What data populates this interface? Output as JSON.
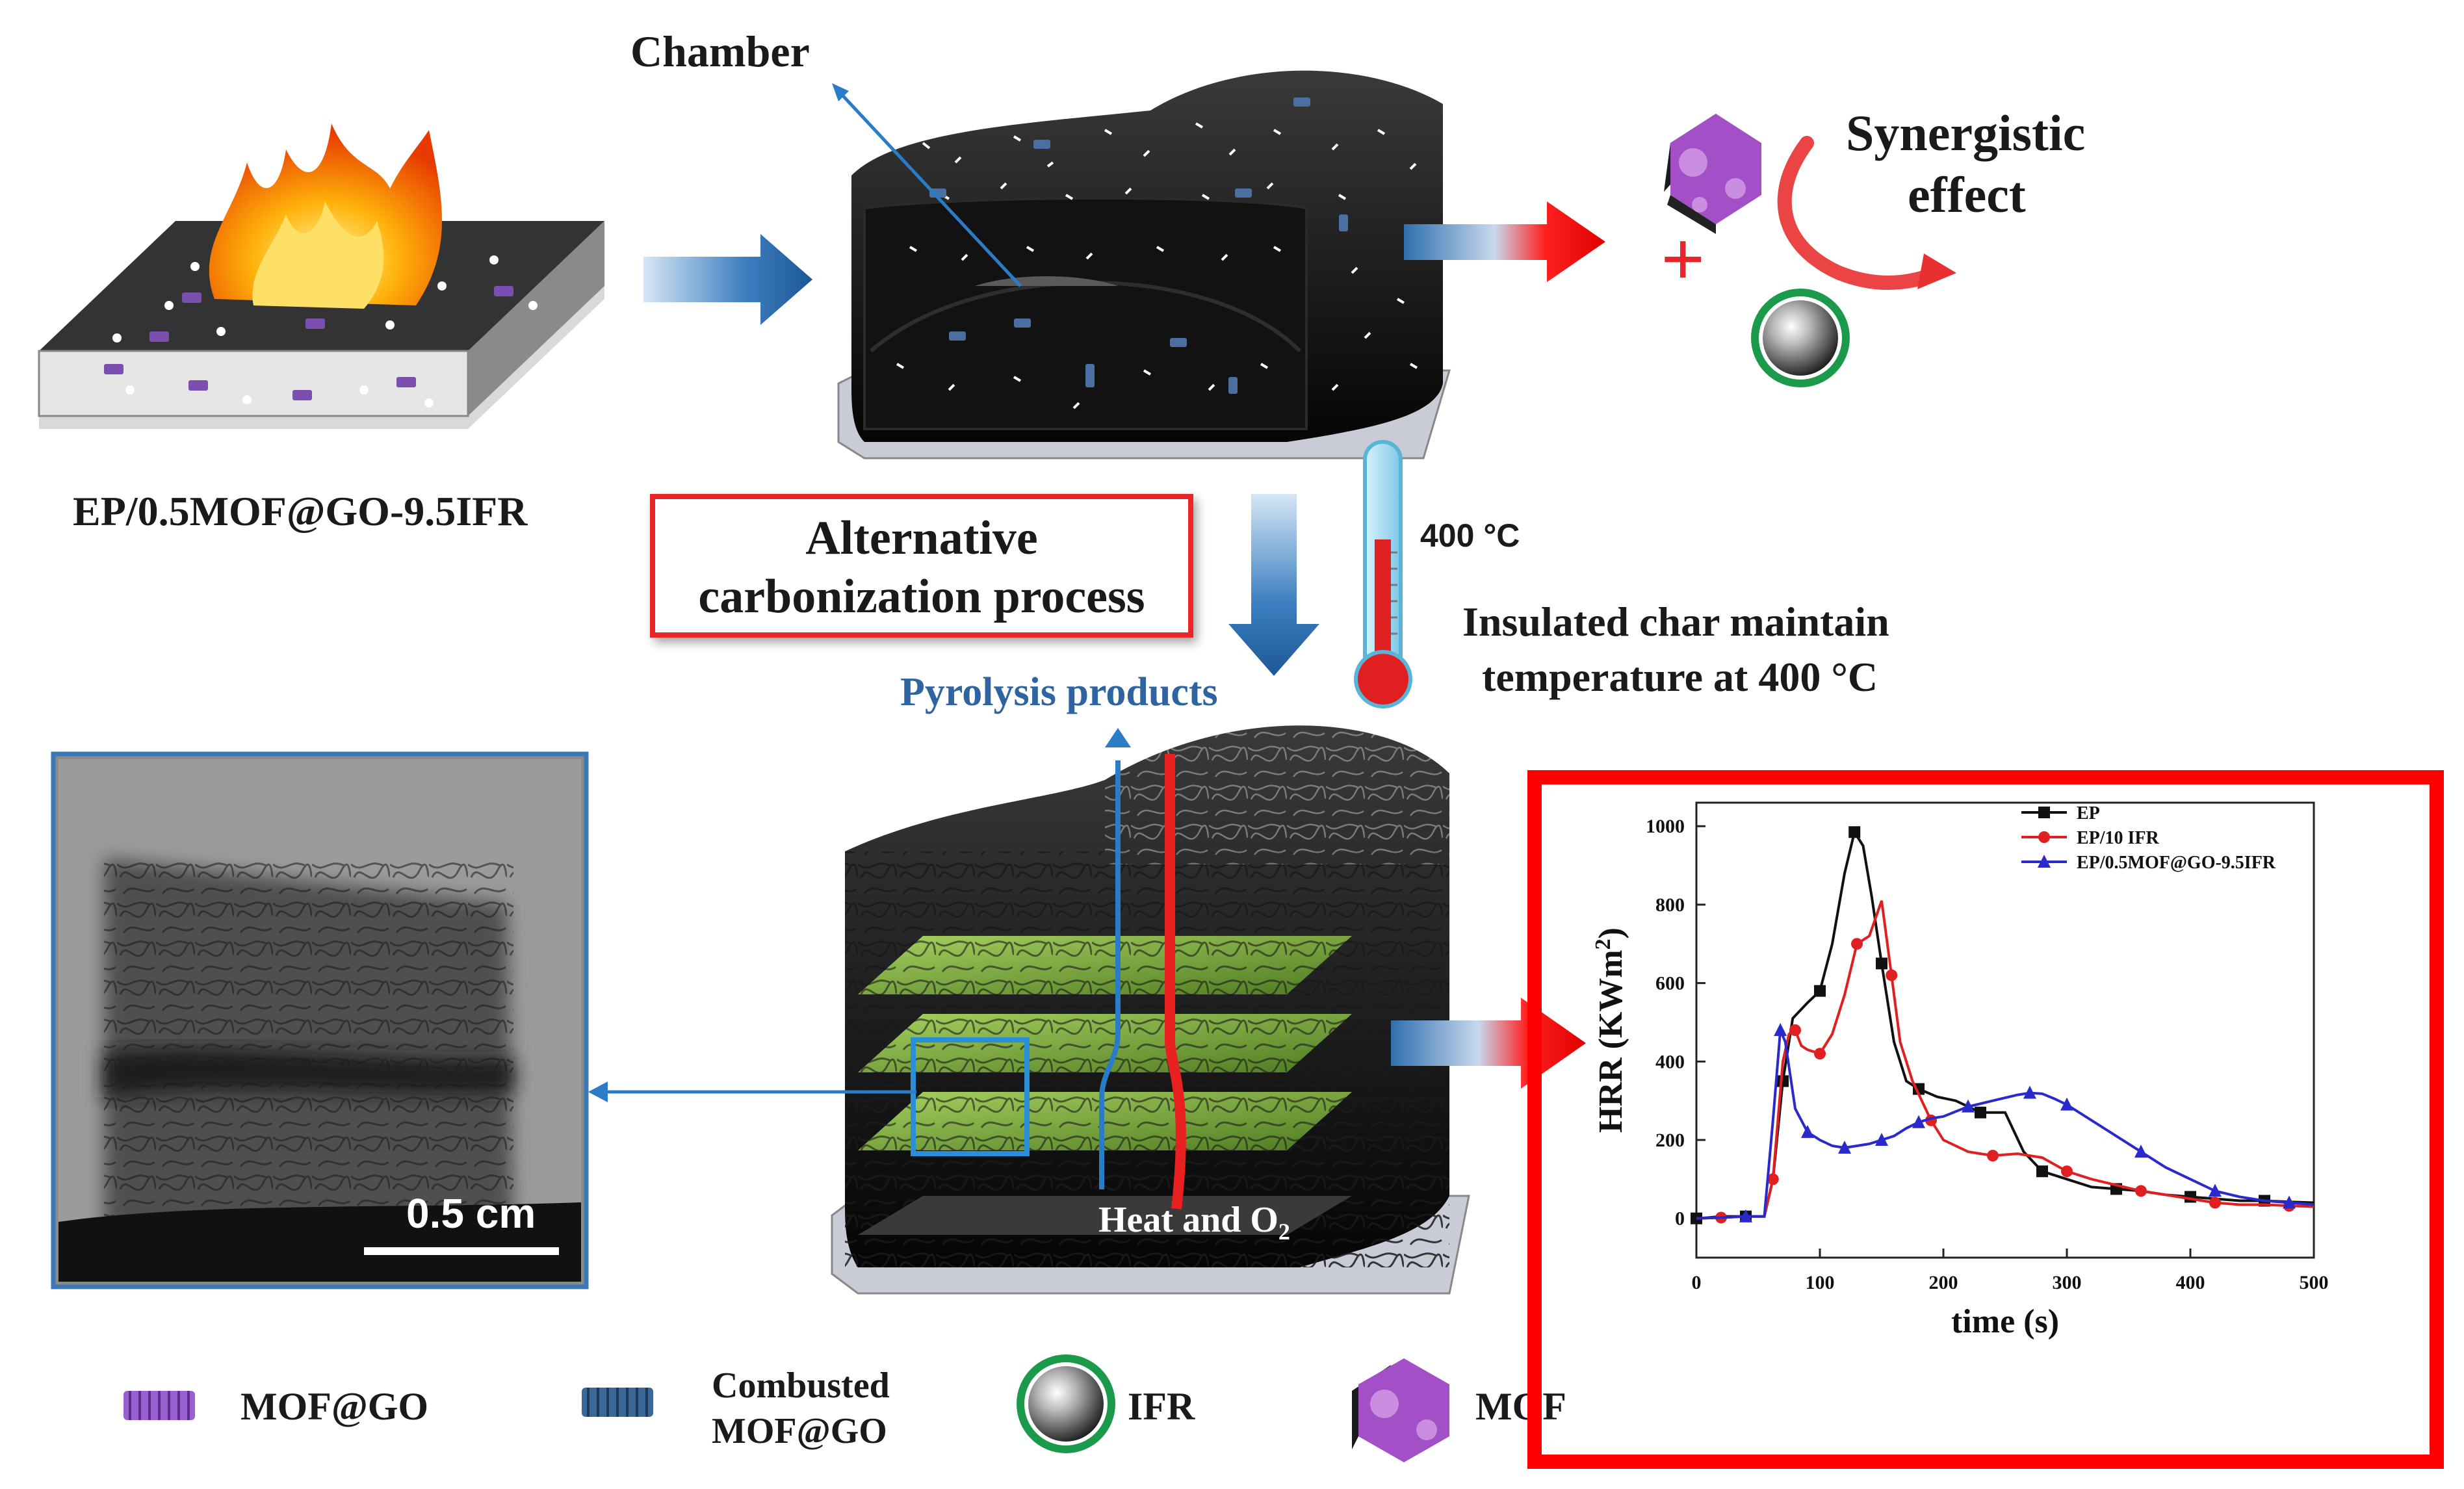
{
  "labels": {
    "chamber": "Chamber",
    "synergistic_line1": "Synergistic",
    "synergistic_line2": "effect",
    "sample": "EP/0.5MOF@GO-9.5IFR",
    "alt_line1": "Alternative",
    "alt_line2": "carbonization process",
    "temperature": "400 °C",
    "insulated_line1": "Insulated char maintain",
    "insulated_line2": "temperature at 400 °C",
    "pyrolysis": "Pyrolysis products",
    "heat_o2": "Heat and O",
    "heat_o2_sub": "2",
    "scale": "0.5 cm",
    "plus": "+"
  },
  "legend_bottom": {
    "mofgo": "MOF@GO",
    "combusted_line1": "Combusted",
    "combusted_line2": "MOF@GO",
    "ifr": "IFR",
    "mof": "MOF"
  },
  "colors": {
    "accent_red": "#e8262a",
    "arrow_blue": "#2f6fae",
    "mof_purple": "#a04fc8",
    "ifr_green": "#1a9a4a",
    "char_green": "#8fbf4a"
  },
  "chart_data": {
    "type": "line",
    "xlabel": "time (s)",
    "ylabel": "HRR (KWm",
    "ylabel_sup": "2",
    "ylabel_close": ")",
    "xlim": [
      0,
      500
    ],
    "ylim": [
      -100,
      1060
    ],
    "xticks": [
      0,
      100,
      200,
      300,
      400,
      500
    ],
    "yticks": [
      0,
      200,
      400,
      600,
      800,
      1000
    ],
    "legend_position": "top-right",
    "series": [
      {
        "name": "EP",
        "color": "#111111",
        "marker": "square",
        "x": [
          0,
          10,
          20,
          40,
          55,
          62,
          70,
          78,
          90,
          100,
          110,
          120,
          128,
          135,
          142,
          150,
          160,
          170,
          180,
          195,
          210,
          230,
          250,
          265,
          280,
          300,
          320,
          340,
          360,
          380,
          400,
          420,
          440,
          460,
          480,
          500
        ],
        "y": [
          0,
          2,
          5,
          5,
          5,
          100,
          350,
          510,
          550,
          580,
          700,
          880,
          985,
          950,
          820,
          650,
          450,
          350,
          330,
          310,
          300,
          270,
          270,
          170,
          120,
          100,
          80,
          75,
          70,
          60,
          55,
          50,
          45,
          45,
          42,
          40
        ]
      },
      {
        "name": "EP/10 IFR",
        "color": "#e02020",
        "marker": "circle",
        "x": [
          0,
          20,
          40,
          55,
          62,
          70,
          75,
          80,
          85,
          90,
          100,
          110,
          120,
          130,
          140,
          150,
          158,
          165,
          175,
          190,
          200,
          220,
          240,
          260,
          280,
          300,
          320,
          340,
          360,
          380,
          400,
          420,
          440,
          460,
          480,
          500
        ],
        "y": [
          0,
          2,
          5,
          5,
          100,
          400,
          470,
          480,
          440,
          430,
          420,
          470,
          570,
          700,
          720,
          810,
          620,
          450,
          350,
          250,
          200,
          170,
          160,
          165,
          155,
          120,
          100,
          85,
          70,
          60,
          50,
          40,
          35,
          35,
          32,
          30
        ]
      },
      {
        "name": "EP/0.5MOF@GO-9.5IFR",
        "color": "#2a2acc",
        "marker": "triangle",
        "x": [
          0,
          20,
          40,
          55,
          62,
          68,
          72,
          80,
          90,
          100,
          110,
          120,
          130,
          140,
          150,
          160,
          170,
          180,
          190,
          200,
          220,
          240,
          260,
          270,
          280,
          290,
          300,
          320,
          340,
          360,
          380,
          400,
          420,
          440,
          460,
          480,
          500
        ],
        "y": [
          0,
          2,
          5,
          5,
          250,
          480,
          450,
          280,
          220,
          200,
          185,
          180,
          185,
          190,
          200,
          210,
          230,
          245,
          255,
          260,
          285,
          300,
          315,
          320,
          318,
          305,
          290,
          250,
          210,
          170,
          130,
          100,
          70,
          55,
          45,
          40,
          35
        ]
      }
    ]
  }
}
